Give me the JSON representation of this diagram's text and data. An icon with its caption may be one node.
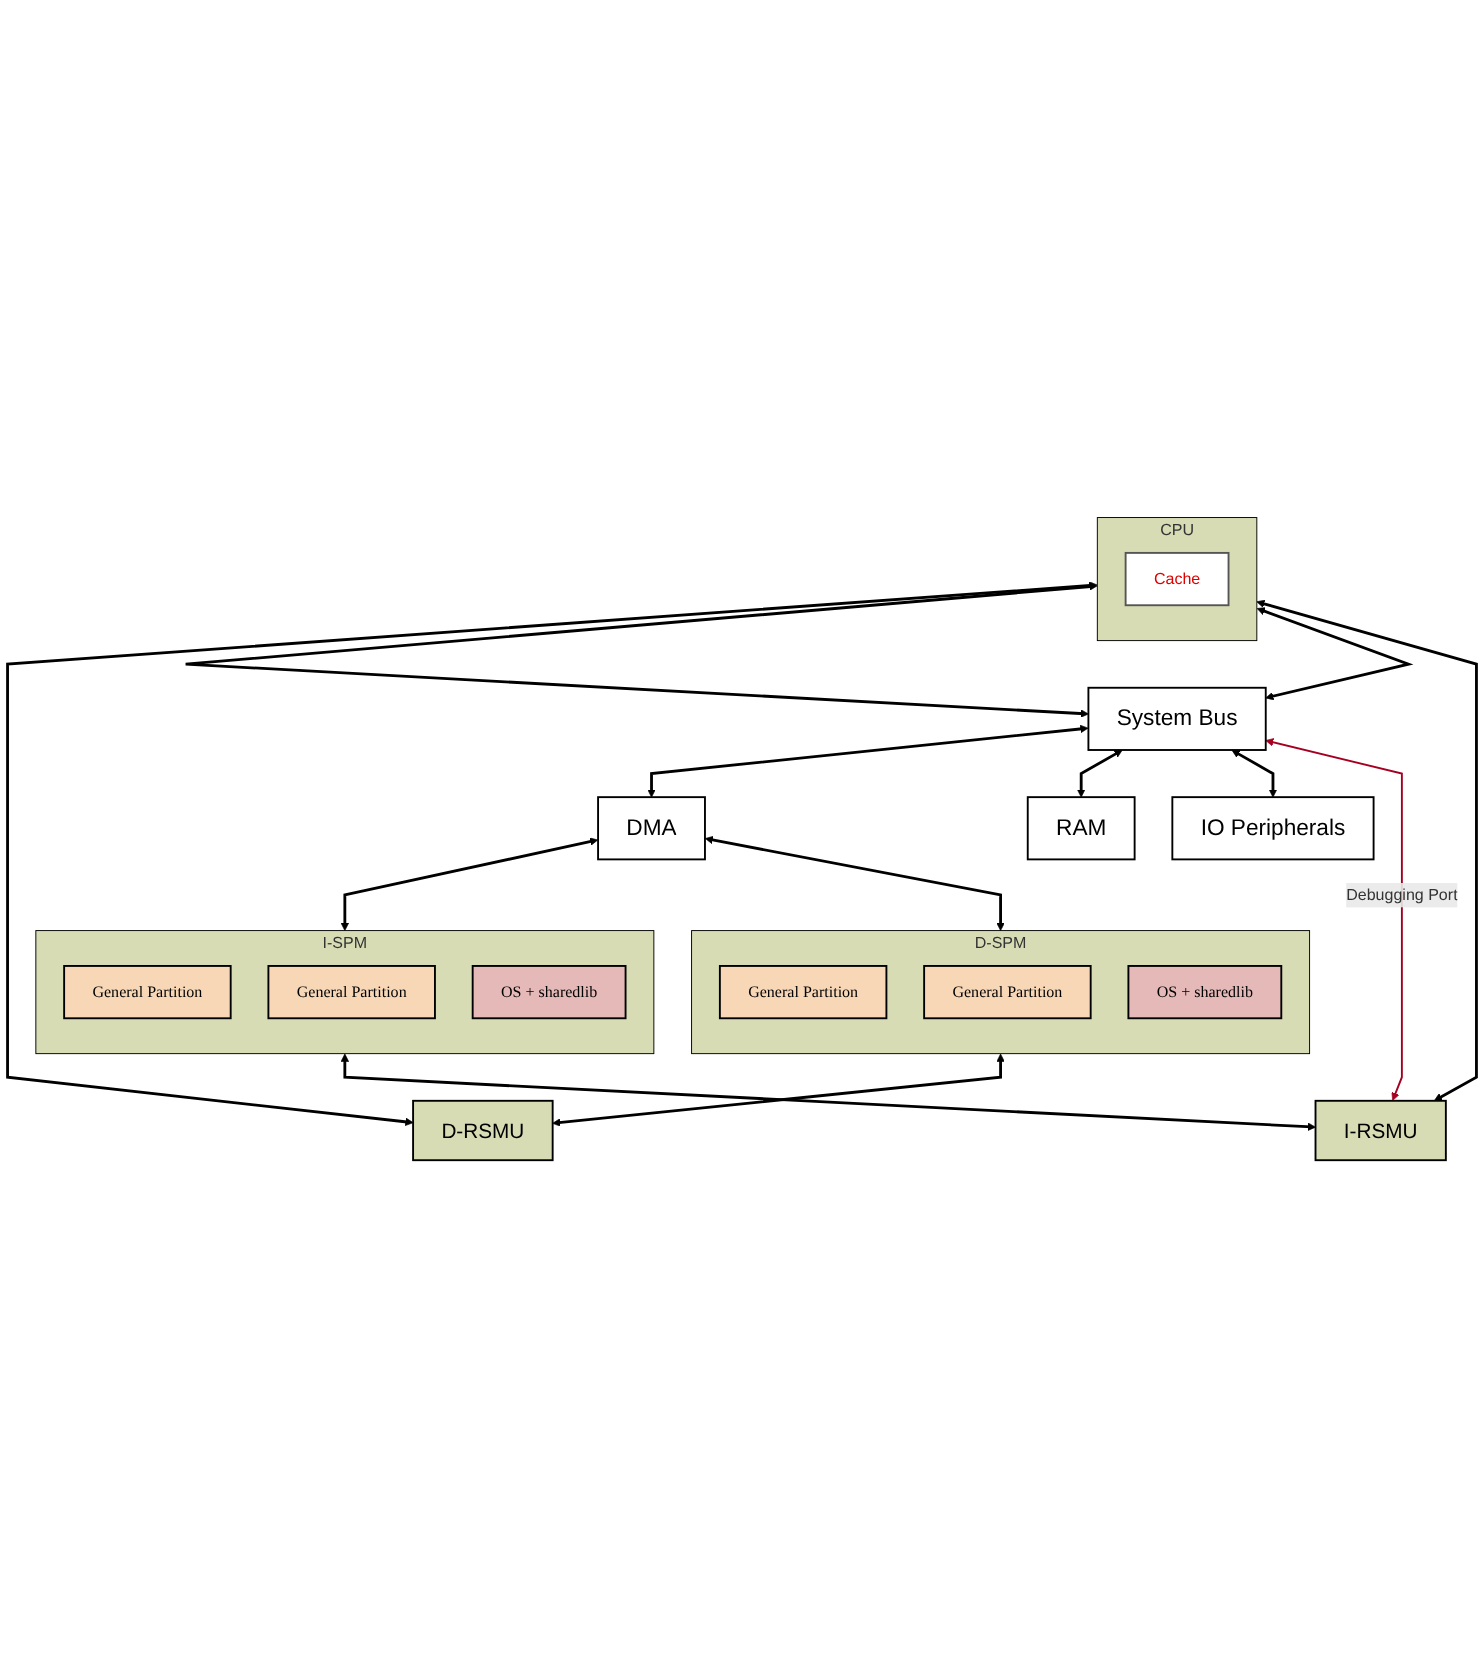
{
  "diagram": {
    "nodes": [
      {
        "text": [
          "I-SPM"
        ]
      },
      {
        "text": [
          "General Partition"
        ],
        "in": 0
      },
      {
        "text": [
          "General Partition"
        ],
        "in": 0
      },
      {
        "text": [
          "OS + sharedlib"
        ],
        "in": 0
      },
      {
        "text": [
          "D-SPM"
        ]
      },
      {
        "text": [
          "General Partition"
        ],
        "in": 4
      },
      {
        "text": [
          "General Partition"
        ],
        "in": 4
      },
      {
        "text": [
          "OS + sharedlib"
        ],
        "in": 4
      },
      {
        "text": [
          "I-RSMU"
        ]
      },
      {
        "text": [
          "CPU"
        ]
      },
      {
        "text": [
          "Cache"
        ],
        "in": 9
      },
      {
        "text": [
          "D-RSMU"
        ]
      },
      {
        "text": [
          "System Bus"
        ]
      },
      {
        "text": [
          "DMA"
        ]
      },
      {
        "text": [
          "RAM"
        ]
      },
      {
        "text": [
          "IO Peripherals"
        ]
      }
    ],
    "edges": [
      {
        "from": 0,
        "to": 8,
        "arrow": "both"
      },
      {
        "from": 13,
        "to": 0,
        "arrow": "both"
      },
      {
        "from": 13,
        "to": 4,
        "arrow": "both"
      },
      {
        "from": 4,
        "to": 11,
        "arrow": "both"
      },
      {
        "from": 8,
        "to": 9,
        "arrow": "both"
      },
      {
        "from": 9,
        "to": 11,
        "arrow": "both"
      },
      {
        "from": 9,
        "to": 12,
        "arrow": "both"
      },
      {
        "from": 9,
        "to": 12,
        "arrow": "both"
      },
      {
        "from": 8,
        "to": 12,
        "arrow": "both",
        "label": "Debugging Port",
        "color": "#a50021"
      },
      {
        "from": 12,
        "to": 13,
        "arrow": "both"
      },
      {
        "from": 12,
        "to": 14,
        "arrow": "both"
      },
      {
        "from": 12,
        "to": 15,
        "arrow": "both"
      }
    ]
  }
}
